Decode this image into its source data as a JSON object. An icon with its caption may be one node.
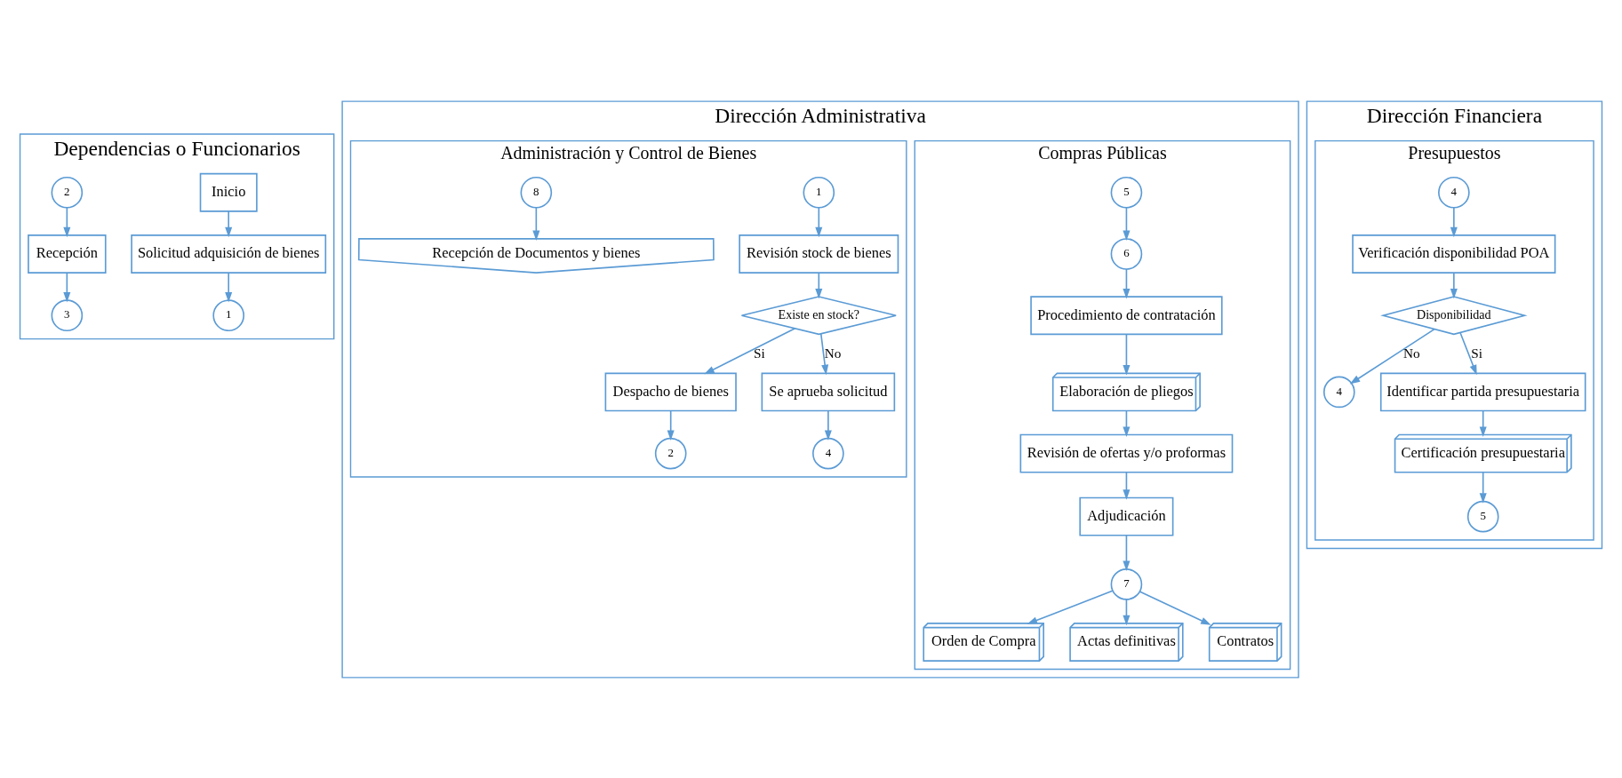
{
  "diagram": {
    "nodes": [
      {
        "text": [
          "Dependencias o Funcionarios"
        ]
      },
      {
        "text": [
          "Inicio"
        ],
        "in": 0
      },
      {
        "text": [
          "Solicitud adquisición de bienes"
        ],
        "in": 0
      },
      {
        "text": [
          "1"
        ],
        "in": 0
      },
      {
        "text": [
          "2"
        ],
        "in": 0
      },
      {
        "text": [
          "Recepción"
        ],
        "in": 0
      },
      {
        "text": [
          "3"
        ],
        "in": 0
      },
      {
        "text": [
          "Dirección Administrativa"
        ]
      },
      {
        "text": [
          "Compras Públicas"
        ],
        "in": 7
      },
      {
        "text": [
          "5"
        ],
        "in": 8
      },
      {
        "text": [
          "6"
        ],
        "in": 8
      },
      {
        "text": [
          "Procedimiento de contratación"
        ],
        "in": 8
      },
      {
        "text": [
          "Elaboración de pliegos"
        ],
        "in": 8
      },
      {
        "text": [
          "Revisión de ofertas y/o proformas"
        ],
        "in": 8
      },
      {
        "text": [
          "Adjudicación"
        ],
        "in": 8
      },
      {
        "text": [
          "7"
        ],
        "in": 8
      },
      {
        "text": [
          "Orden de Compra"
        ],
        "in": 8
      },
      {
        "text": [
          "Actas definitivas"
        ],
        "in": 8
      },
      {
        "text": [
          "Contratos"
        ],
        "in": 8
      },
      {
        "text": [
          "Administración y Control de Bienes"
        ],
        "in": 7
      },
      {
        "text": [
          "1"
        ],
        "in": 19
      },
      {
        "text": [
          "Revisión stock de bienes"
        ],
        "in": 19
      },
      {
        "text": [
          "Existe en stock?"
        ],
        "in": 19
      },
      {
        "text": [
          "Despacho de bienes"
        ],
        "in": 19
      },
      {
        "text": [
          "2"
        ],
        "in": 19
      },
      {
        "text": [
          "Se aprueba solicitud"
        ],
        "in": 19
      },
      {
        "text": [
          "4"
        ],
        "in": 19
      },
      {
        "text": [
          "8"
        ],
        "in": 19
      },
      {
        "text": [
          "Recepción de Documentos y bienes"
        ],
        "in": 19
      },
      {
        "text": [
          "Dirección Financiera"
        ]
      },
      {
        "text": [
          "Presupuestos"
        ],
        "in": 29
      },
      {
        "text": [
          "4"
        ],
        "in": 30
      },
      {
        "text": [
          "Verificación disponibilidad POA"
        ],
        "in": 30
      },
      {
        "text": [
          "Disponibilidad"
        ],
        "in": 30
      },
      {
        "text": [
          "4"
        ],
        "in": 30
      },
      {
        "text": [
          "Identificar partida presupuestaria"
        ],
        "in": 30
      },
      {
        "text": [
          "Certificación presupuestaria"
        ],
        "in": 30
      },
      {
        "text": [
          "5"
        ],
        "in": 30
      }
    ],
    "edges": [
      {
        "from": 1,
        "to": 2,
        "arrow": "to"
      },
      {
        "from": 2,
        "to": 3,
        "arrow": "to"
      },
      {
        "from": 4,
        "to": 5,
        "arrow": "to"
      },
      {
        "from": 5,
        "to": 6,
        "arrow": "to"
      },
      {
        "from": 9,
        "to": 10,
        "arrow": "to"
      },
      {
        "from": 10,
        "to": 11,
        "arrow": "to"
      },
      {
        "from": 11,
        "to": 12,
        "arrow": "to"
      },
      {
        "from": 12,
        "to": 13,
        "arrow": "to"
      },
      {
        "from": 13,
        "to": 14,
        "arrow": "to"
      },
      {
        "from": 14,
        "to": 15,
        "arrow": "to"
      },
      {
        "from": 15,
        "to": 16,
        "arrow": "to"
      },
      {
        "from": 15,
        "to": 17,
        "arrow": "to"
      },
      {
        "from": 15,
        "to": 18,
        "arrow": "to"
      },
      {
        "from": 20,
        "to": 21,
        "arrow": "to"
      },
      {
        "from": 21,
        "to": 22,
        "arrow": "to"
      },
      {
        "from": 22,
        "to": 23,
        "arrow": "to",
        "label": "Si"
      },
      {
        "from": 23,
        "to": 24,
        "arrow": "to"
      },
      {
        "from": 22,
        "to": 25,
        "arrow": "to",
        "label": "No"
      },
      {
        "from": 25,
        "to": 26,
        "arrow": "to"
      },
      {
        "from": 27,
        "to": 28,
        "arrow": "to"
      },
      {
        "from": 31,
        "to": 32,
        "arrow": "to"
      },
      {
        "from": 32,
        "to": 33,
        "arrow": "to"
      },
      {
        "from": 33,
        "to": 34,
        "arrow": "to",
        "label": "No"
      },
      {
        "from": 33,
        "to": 35,
        "arrow": "to",
        "label": "Si"
      },
      {
        "from": 35,
        "to": 36,
        "arrow": "to"
      },
      {
        "from": 36,
        "to": 37,
        "arrow": "to"
      }
    ]
  }
}
